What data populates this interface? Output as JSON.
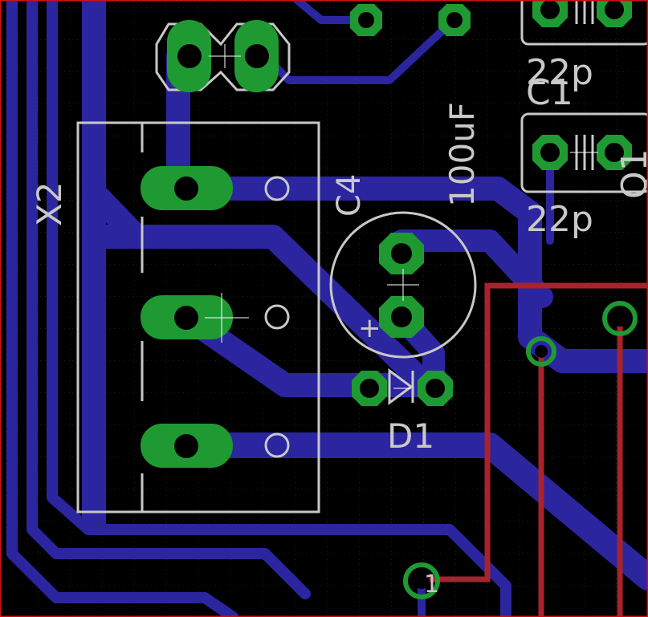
{
  "colors": {
    "background": "#000000",
    "grid": "#3a3a3a",
    "trace_bottom": "#2c25a0",
    "trace_top": "#a8232c",
    "pad": "#1f9a32",
    "silkscreen": "#c8c8c8",
    "hole": "#000000",
    "border": "#cc1111"
  },
  "labels": {
    "c4": "C4",
    "c4_value": "100uF",
    "c4_polarity": "+",
    "d1": "D1",
    "x2": "X2",
    "cap_value_top": "22p",
    "cap_ref_right": "C1",
    "cap_value_mid": "22p",
    "right_partial": "Q1",
    "via_marker": "1"
  }
}
